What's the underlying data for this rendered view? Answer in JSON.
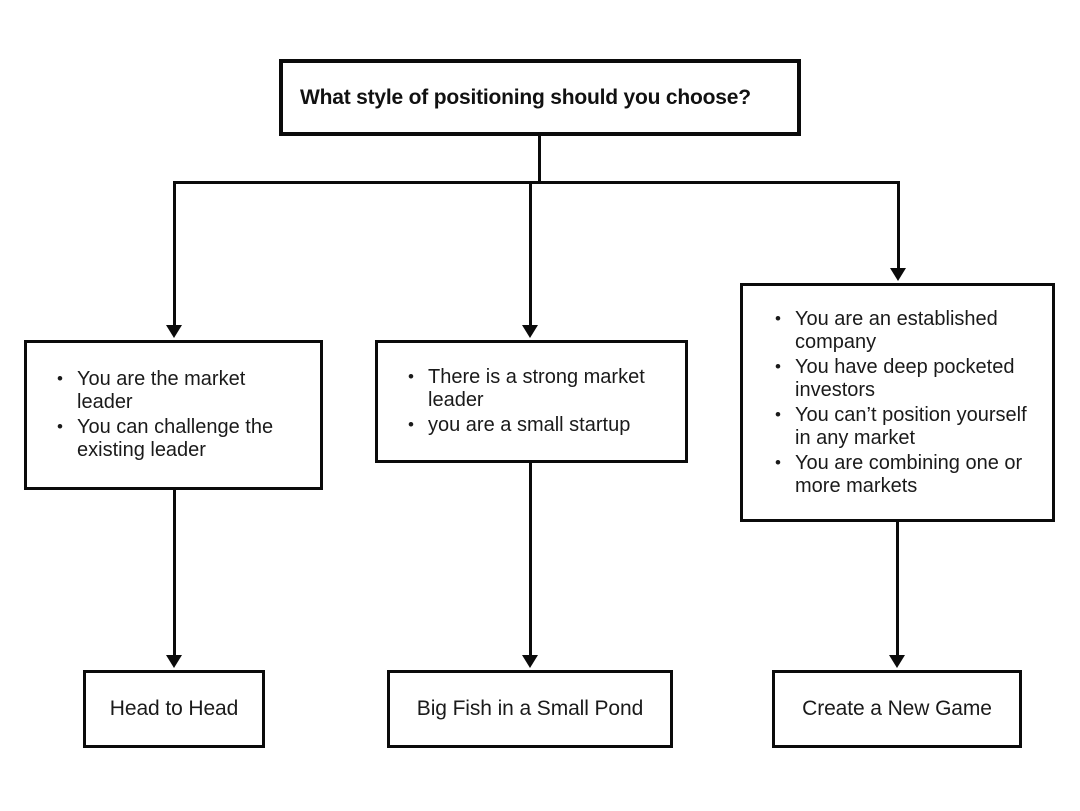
{
  "diagram": {
    "title": "What style of positioning should you choose?",
    "root": {
      "label": "What style of positioning should you choose?"
    },
    "branches": [
      {
        "id": "head-to-head",
        "conditions": [
          "You are the market leader",
          "You can challenge the existing leader"
        ],
        "outcome": "Head to Head"
      },
      {
        "id": "big-fish-small-pond",
        "conditions": [
          "There is a strong market leader",
          "you are a small startup"
        ],
        "outcome": "Big Fish in a Small Pond"
      },
      {
        "id": "create-a-new-game",
        "conditions": [
          "You are an established company",
          "You have deep pocketed investors",
          "You can’t position yourself in any market",
          "You are combining one or more markets"
        ],
        "outcome": "Create a New Game"
      }
    ],
    "colors": {
      "border": "#0b0b0b",
      "text": "#1a1a1a",
      "background": "#ffffff"
    }
  }
}
